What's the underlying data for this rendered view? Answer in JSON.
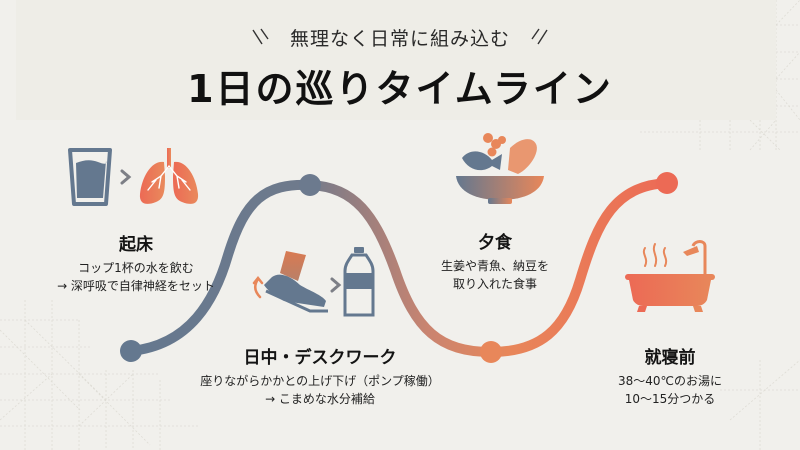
{
  "header": {
    "subtitle": "無理なく日常に組み込む",
    "title": "1日の巡りタイムライン"
  },
  "colors": {
    "background": "#f1f0ec",
    "slate_blue": "#64788f",
    "orange": "#e8875a",
    "coral": "#ec6a55",
    "text": "#1c1c1c"
  },
  "timeline": {
    "steps": [
      {
        "id": "wake-up",
        "title": "起床",
        "lines": [
          "コップ1杯の水を飲む",
          "→ 深呼吸で自律神経をセット"
        ],
        "icons": [
          "water-glass-icon",
          "chevron-right-icon",
          "lungs-icon"
        ]
      },
      {
        "id": "daytime-desk-work",
        "title": "日中・デスクワーク",
        "lines": [
          "座りながらかかとの上げ下げ（ポンプ稼働）",
          "→ こまめな水分補給"
        ],
        "icons": [
          "heel-raise-shoe-icon",
          "chevron-right-icon",
          "water-bottle-icon"
        ]
      },
      {
        "id": "dinner",
        "title": "夕食",
        "lines": [
          "生姜や青魚、納豆を",
          "取り入れた食事"
        ],
        "icons": [
          "food-bowl-icon"
        ]
      },
      {
        "id": "before-bed",
        "title": "就寝前",
        "lines": [
          "38〜40℃のお湯に",
          "10〜15分つかる"
        ],
        "icons": [
          "bathtub-icon"
        ]
      }
    ]
  }
}
